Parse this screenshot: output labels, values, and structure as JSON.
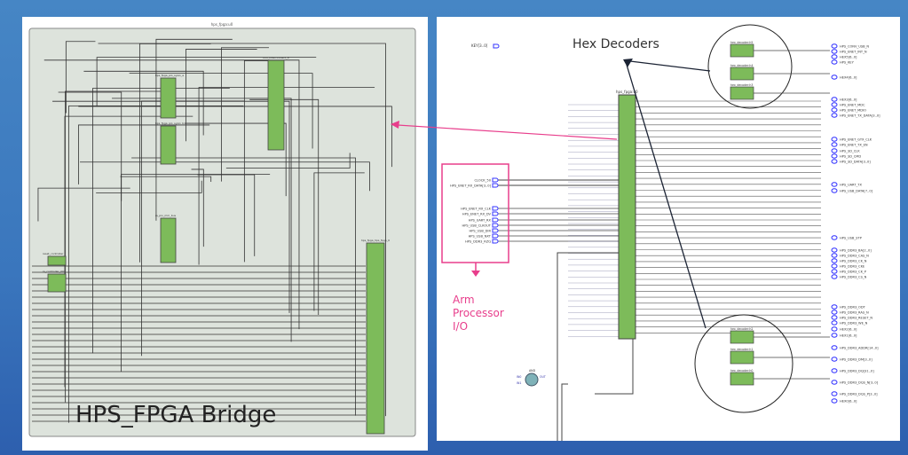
{
  "left_panel": {
    "top_entity": "hps_fpga:u0",
    "caption": "HPS_FPGA Bridge",
    "blocks": [
      "hps_fpga_pio_sysio_a",
      "hps_fpga_pio_sysio_b",
      "mm_interconnect_0",
      "rs_pio_mm_bus",
      "reset_controller",
      "rs_controller_001",
      "hps_fpga_hps_fpga_0"
    ]
  },
  "right_panel": {
    "top_entity": "hps_fpga:u0",
    "title": "Hex Decoders",
    "arm_label": [
      "Arm",
      "Processor",
      "I/O"
    ],
    "key_input": "KEY[3..0]",
    "inputs": [
      "CLOCK_50",
      "HPS_ENET_RX_DATA[3..0]",
      "HPS_ENET_RX_CLK",
      "HPS_ENET_RX_DV",
      "HPS_UART_RX",
      "HPS_USB_CLKOUT",
      "HPS_USB_DIR",
      "HPS_USB_NXT",
      "HPS_DDR3_RZQ"
    ],
    "outputs": [
      "HPS_CONV_USB_N",
      "HPS_ENET_INT_N",
      "HEX5[6..0]",
      "HPS_KEY",
      "HEX4[6..0]",
      "HEX3[6..0]",
      "HPS_ENET_MDC",
      "HPS_ENET_MDIO",
      "HPS_ENET_TX_DATA[3..0]",
      "HPS_ENET_GTX_CLK",
      "HPS_ENET_TX_EN",
      "HPS_SD_CLK",
      "HPS_SD_CMD",
      "HPS_SD_DATA[3..0]",
      "HPS_UART_TX",
      "HPS_USB_DATA[7..0]",
      "HPS_USB_STP",
      "HPS_DDR3_BA[2..0]",
      "HPS_DDR3_CAS_N",
      "HPS_DDR3_CK_N",
      "HPS_DDR3_CKE",
      "HPS_DDR3_CK_P",
      "HPS_DDR3_CS_N",
      "HPS_DDR3_ODT",
      "HPS_DDR3_RAS_N",
      "HPS_DDR3_RESET_N",
      "HPS_DDR3_WE_N",
      "HEX2[6..0]",
      "HEX1[6..0]",
      "HPS_DDR3_ADDR[14..0]",
      "HPS_DDR3_DM[3..0]",
      "HPS_DDR3_DQ[31..0]",
      "HPS_DDR3_DQS_N[3..0]",
      "HPS_DDR3_DQS_P[3..0]",
      "HEX0[6..0]"
    ],
    "hex_decoders": [
      "hex_decoder:h5",
      "hex_decoder:h4",
      "hex_decoder:h3",
      "hex_decoder:h2",
      "hex_decoder:h1",
      "hex_decoder:h0"
    ],
    "and_gate": {
      "name": "AND",
      "inputs": [
        "IN0",
        "IN1"
      ],
      "output": "OUT"
    }
  },
  "colors": {
    "background": "#3f7cc1",
    "block_green": "#7dbb5a",
    "bridge_bg": "#dde3dc",
    "annotation_pink": "#e83e8c",
    "pin_blue": "#3a3aff"
  }
}
